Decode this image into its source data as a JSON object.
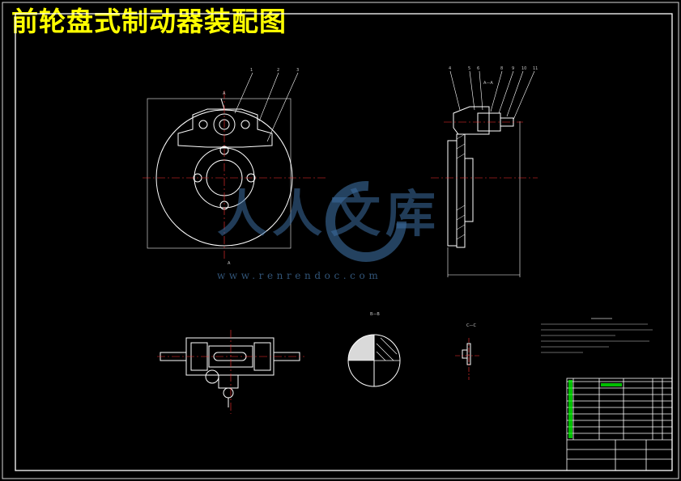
{
  "drawing": {
    "title": "前轮盘式制动器装配图"
  },
  "watermark": {
    "chars_left": "人人",
    "chars_right": "文库",
    "url": "www.renrendoc.com"
  },
  "colors": {
    "background": "#000000",
    "title": "#ffff00",
    "outline": "#ffffff",
    "centerline": "#ff3333",
    "watermark": "#3c6ea0",
    "table_green": "#00ff00"
  },
  "icons": [
    "logo-mark-icon"
  ]
}
